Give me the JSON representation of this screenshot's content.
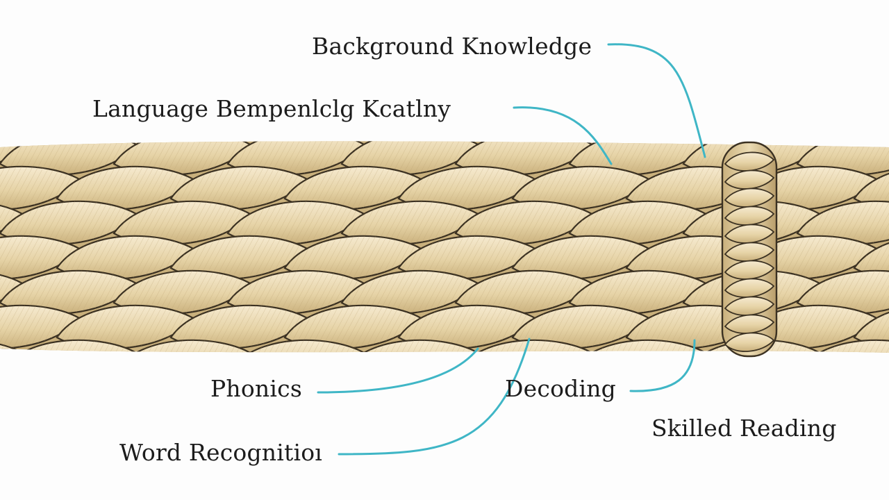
{
  "diagram": {
    "labels": {
      "background_knowledge": "Background Knowledge",
      "language_structure": "Language Bempenlclg Kcatlny",
      "phonics": "Phonics",
      "decoding": "Decoding",
      "skilled_reading": "Skilled Reading",
      "word_recognition": "Word Recognitioı"
    },
    "colors": {
      "leader_line": "#3fb6c6",
      "rope_fill": "#e6d3a6",
      "rope_shadow": "#c9b07c",
      "rope_outline": "#3b3122",
      "text": "#1c1c1c"
    },
    "icons": [
      "rope-icon",
      "knot-icon"
    ]
  }
}
